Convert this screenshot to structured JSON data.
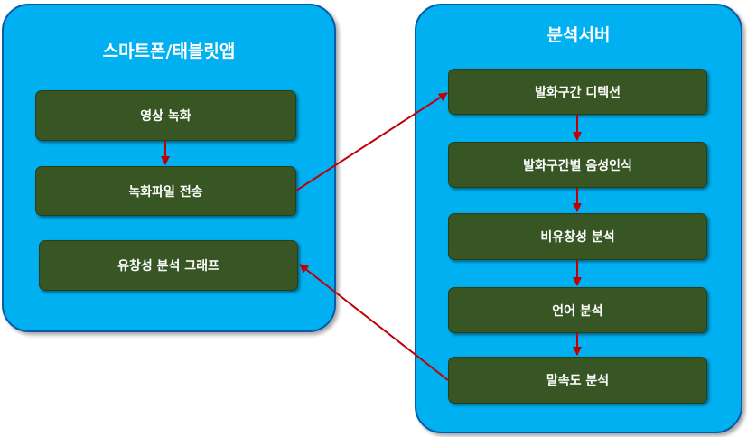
{
  "left_panel": {
    "title": "스마트폰/태블릿앱",
    "boxes": [
      "영상 녹화",
      "녹화파일 전송",
      "유창성 분석 그래프"
    ]
  },
  "right_panel": {
    "title": "분석서버",
    "boxes": [
      "발화구간 디텍션",
      "발화구간별 음성인식",
      "비유창성 분석",
      "언어 분석",
      "말속도 분석"
    ]
  },
  "colors": {
    "panel_fill": "#00b0f0",
    "panel_border": "#0a5aa6",
    "box_fill": "#375623",
    "arrow": "#c00000"
  }
}
